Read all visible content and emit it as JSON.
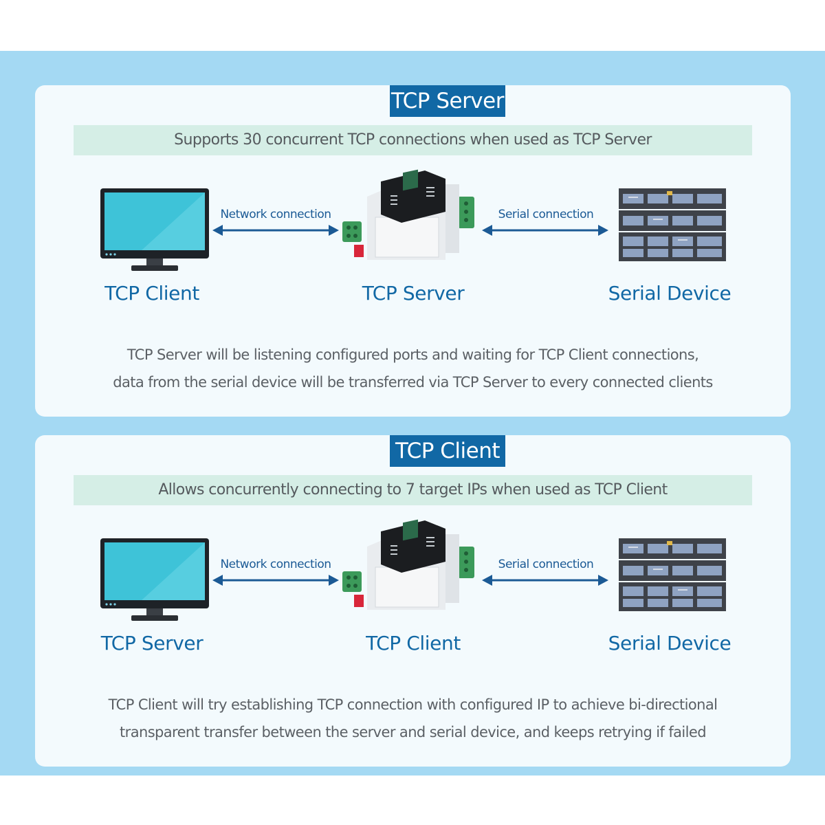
{
  "panels": [
    {
      "title": "TCP Server",
      "subtitle": "Supports 30 concurrent TCP connections when used as TCP Server",
      "nodes": {
        "left": "TCP Client",
        "middle": "TCP Server",
        "right": "Serial Device"
      },
      "connections": {
        "left": "Network connection",
        "right": "Serial connection"
      },
      "description": [
        "TCP Server will be listening configured ports and waiting for TCP Client connections,",
        "data from the serial device will be transferred via TCP Server to every connected clients"
      ]
    },
    {
      "title": "TCP Client",
      "subtitle": "Allows concurrently connecting to 7 target IPs when used as TCP Client",
      "nodes": {
        "left": "TCP Server",
        "middle": "TCP Client",
        "right": "Serial Device"
      },
      "connections": {
        "left": "Network connection",
        "right": "Serial connection"
      },
      "description": [
        "TCP Client will try establishing TCP connection with configured IP to achieve bi-directional",
        "transparent transfer between the server and serial device, and keeps retrying if failed"
      ]
    }
  ],
  "colors": {
    "background_band": "#a4d9f3",
    "panel": "#f3fafd",
    "title_bg": "#1168a5",
    "subtitle_bg": "#d5eee6",
    "label_blue": "#1168a5",
    "arrow": "#1b5a95"
  },
  "icons": {
    "client_computer": "monitor-icon",
    "converter": "serial-to-ethernet-device-icon",
    "serial_device": "server-rack-icon",
    "link": "double-arrow-icon"
  }
}
